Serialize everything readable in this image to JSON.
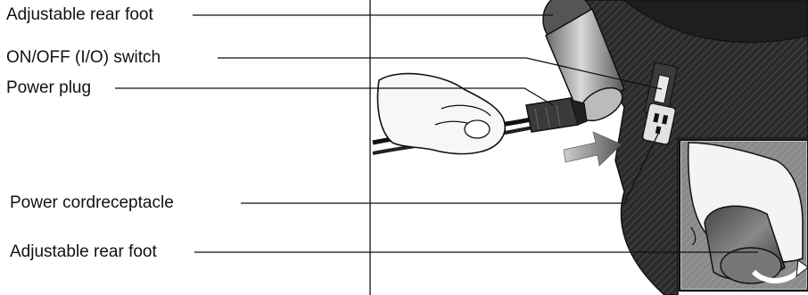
{
  "callouts": {
    "rear_foot_top": "Adjustable rear foot",
    "switch": "ON/OFF (I/O) switch",
    "plug": "Power plug",
    "receptacle": "Power cordreceptacle",
    "rear_foot_bottom": "Adjustable rear foot"
  },
  "colors": {
    "ink": "#111111",
    "housing": "#2b2b2b",
    "arrow": "#555555",
    "paper": "#ffffff"
  }
}
